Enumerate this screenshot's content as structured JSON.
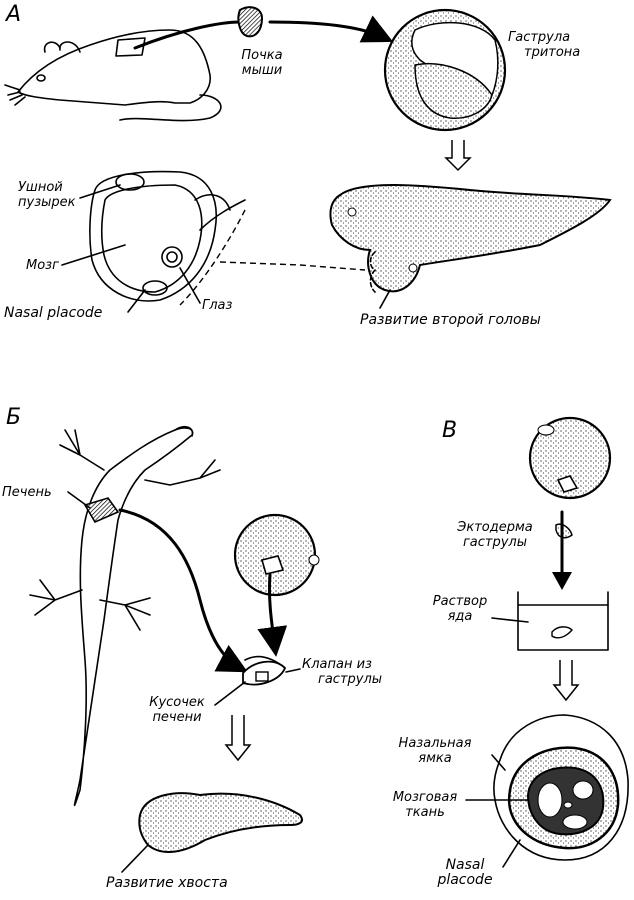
{
  "figure": {
    "panels": [
      {
        "id": "A",
        "letter": "А",
        "labels": {
          "donor_tissue": [
            "Почка",
            "мыши"
          ],
          "host": [
            "Гаструла",
            "тритона"
          ],
          "ear_vesicle": [
            "Ушной",
            "пузырек"
          ],
          "brain": "Мозг",
          "nasal_placode": "Nasal placode",
          "eye": "Глаз",
          "result": "Развитие второй головы"
        }
      },
      {
        "id": "B",
        "letter": "Б",
        "labels": {
          "liver": "Печень",
          "flap": [
            "Клапан из",
            "гаструлы"
          ],
          "liver_piece": [
            "Кусочек",
            "печени"
          ],
          "result": "Развитие хвоста"
        }
      },
      {
        "id": "C",
        "letter": "В",
        "labels": {
          "ectoderm": [
            "Эктодерма",
            "гаструлы"
          ],
          "poison": [
            "Раствор",
            "яда"
          ],
          "nasal_pit": [
            "Назальная",
            "ямка"
          ],
          "brain_tissue": [
            "Мозговая",
            "ткань"
          ],
          "nasal_placode": [
            "Nasal",
            "placode"
          ]
        }
      }
    ]
  }
}
